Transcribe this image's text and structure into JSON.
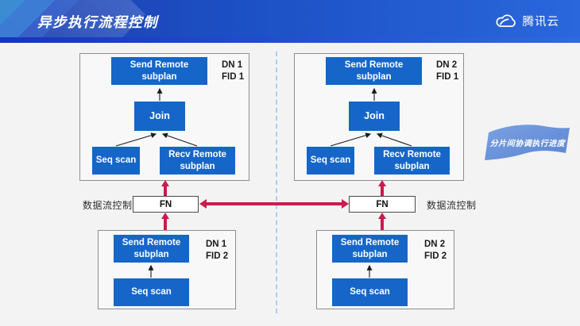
{
  "header": {
    "title": "异步执行流程控制",
    "logo_text": "腾讯云"
  },
  "colors": {
    "node_blue": "#1566C8",
    "arrow_red": "#C91C4E",
    "header_blue_left": "#1D3FAE",
    "header_blue_right": "#2A67DC",
    "ribbon_blue": "#6C95DB",
    "divider_blue": "#AECBF2"
  },
  "groups": [
    {
      "dn": "DN 1",
      "fid": "FID 1",
      "nodes": {
        "send": "Send Remote subplan",
        "join": "Join",
        "seq": "Seq scan",
        "recv": "Recv Remote subplan"
      }
    },
    {
      "dn": "DN 2",
      "fid": "FID 1",
      "nodes": {
        "send": "Send Remote subplan",
        "join": "Join",
        "seq": "Seq scan",
        "recv": "Recv Remote subplan"
      }
    },
    {
      "dn": "DN 1",
      "fid": "FID 2",
      "nodes": {
        "send": "Send Remote subplan",
        "seq": "Seq scan"
      }
    },
    {
      "dn": "DN 2",
      "fid": "FID 2",
      "nodes": {
        "send": "Send Remote subplan",
        "seq": "Seq scan"
      }
    }
  ],
  "flow_control": {
    "fn_label": "FN",
    "caption_left": "数据流控制",
    "caption_right": "数据流控制"
  },
  "ribbon": {
    "text": "分片间协调执行进度"
  }
}
